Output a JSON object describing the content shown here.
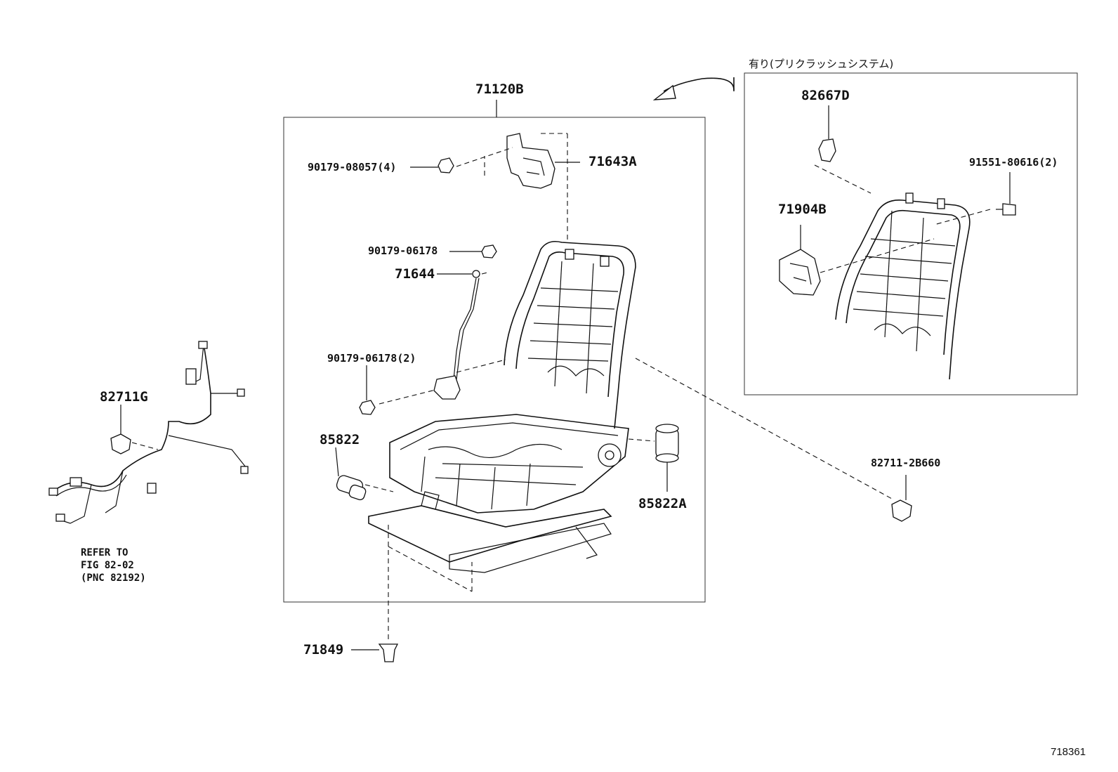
{
  "assembly_label": "71120B",
  "option_label": "有り(プリクラッシュシステム)",
  "figure_id": "718361",
  "parts": {
    "p71643A": "71643A",
    "p90179_08057": "90179-08057(4)",
    "p90179_06178": "90179-06178",
    "p71644": "71644",
    "p90179_06178_2": "90179-06178(2)",
    "p85822": "85822",
    "p85822A": "85822A",
    "p71849": "71849",
    "p82711G": "82711G",
    "p82667D": "82667D",
    "p91551_80616": "91551-80616(2)",
    "p71904B": "71904B",
    "p82711_2B660": "82711-2B660"
  },
  "reference": {
    "line1": "REFER TO",
    "line2": "FIG 82-02",
    "line3": "(PNC 82192)"
  }
}
